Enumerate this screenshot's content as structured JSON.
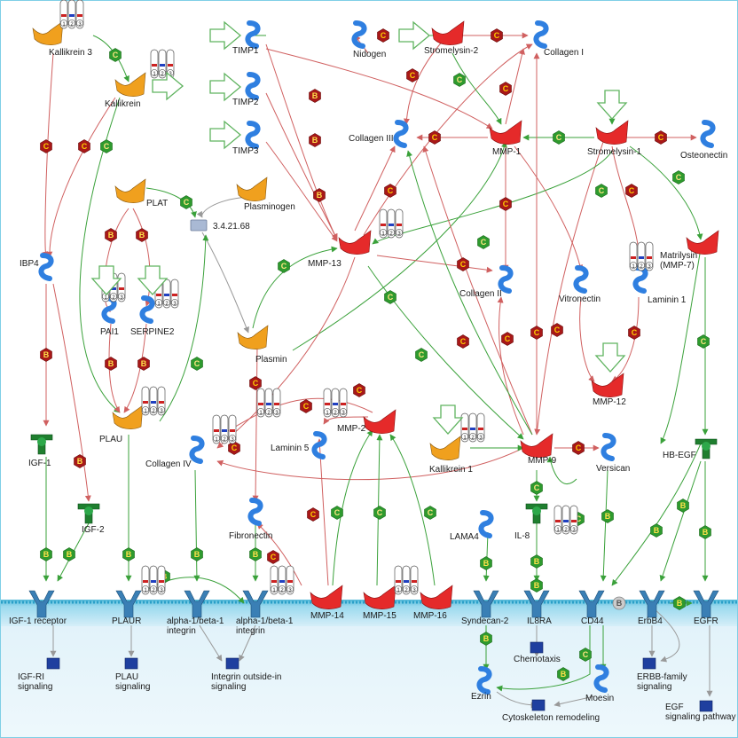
{
  "colors": {
    "activation": "#3aa13a",
    "inhibition": "#c0392b",
    "binding": "#d4a017",
    "membrane": "#7fcfe6",
    "enzyme_orange": "#f0a01e",
    "protease_red": "#e52a2a",
    "protein_blue": "#2f7fe0",
    "receptor_blue": "#3a7fb5",
    "ligand_green": "#1f7f2f",
    "process_blue": "#1f3f9f"
  },
  "legend_marks": {
    "cleavage": "C",
    "binding": "B"
  },
  "nodes": {
    "kallikrein3": "Kallikrein 3",
    "kallikrein": "Kallikrein",
    "timp1": "TIMP1",
    "timp2": "TIMP2",
    "timp3": "TIMP3",
    "nidogen": "Nidogen",
    "stromelysin2": "Stromelysin-2",
    "collagen1": "Collagen I",
    "collagen3": "Collagen III",
    "mmp1": "MMP-1",
    "stromelysin1": "Stromelysin-1",
    "osteonectin": "Osteonectin",
    "plat": "PLAT",
    "plasminogen": "Plasminogen",
    "enz": "3.4.21.68",
    "ibp4": "IBP4",
    "mmp13": "MMP-13",
    "collagen2": "Collagen II",
    "matrilysin": "Matrilysin (MMP-7)",
    "vitronectin": "Vitronectin",
    "laminin1": "Laminin 1",
    "pai1": "PAI1",
    "serpine": "SERPINE2",
    "plasmin": "Plasmin",
    "mmp12": "MMP-12",
    "plau": "PLAU",
    "mmp2": "MMP-2",
    "laminin5": "Laminin 5",
    "collagen4": "Collagen IV",
    "kallikrein1": "Kallikrein 1",
    "mmp9": "MMP-9",
    "versican": "Versican",
    "hbegf": "HB-EGF",
    "igf1": "IGF-1",
    "igf2": "IGF-2",
    "fibronectin": "Fibronectin",
    "lama4": "LAMA4",
    "il8": "IL-8",
    "igf1r": "IGF-1 receptor",
    "plaur": "PLAUR",
    "a1b1_1": "alpha-1/beta-1 integrin",
    "a1b1_2": "alpha-1/beta-1 integrin",
    "mmp14": "MMP-14",
    "mmp15": "MMP-15",
    "mmp16": "MMP-16",
    "syndecan2": "Syndecan-2",
    "il8ra": "IL8RA",
    "cd44": "CD44",
    "erbb4": "ErbB4",
    "egfr": "EGFR",
    "chemotaxis": "Chemotaxis",
    "ezrin": "Ezrin",
    "moesin": "Moesin",
    "cytoskeleton": "Cytoskeleton remodeling",
    "igf_sig": "IGF-RI signaling",
    "plau_sig": "PLAU signaling",
    "integrin_sig": "Integrin outside-in signaling",
    "erbb_sig": "ERBB-family signaling",
    "egf_sig": "EGF signaling pathway"
  }
}
